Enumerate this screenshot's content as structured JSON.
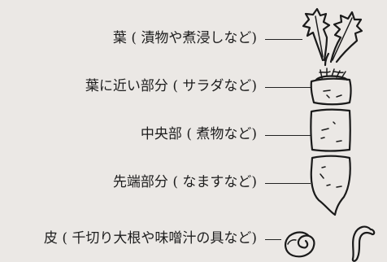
{
  "parts": [
    {
      "id": "leaves",
      "label": "葉 ( 漬物や煮浸しなど)",
      "icon": "radish-leaves-icon"
    },
    {
      "id": "near-leaves",
      "label": "葉に近い部分 ( サラダなど)",
      "icon": "radish-top-section-icon"
    },
    {
      "id": "middle",
      "label": "中央部 ( 煮物など)",
      "icon": "radish-middle-section-icon"
    },
    {
      "id": "tip",
      "label": "先端部分 ( なますなど)",
      "icon": "radish-tip-section-icon"
    },
    {
      "id": "skin",
      "label": "皮 ( 千切り大根や味噌汁の具など)",
      "icon": "radish-peel-icon"
    }
  ]
}
